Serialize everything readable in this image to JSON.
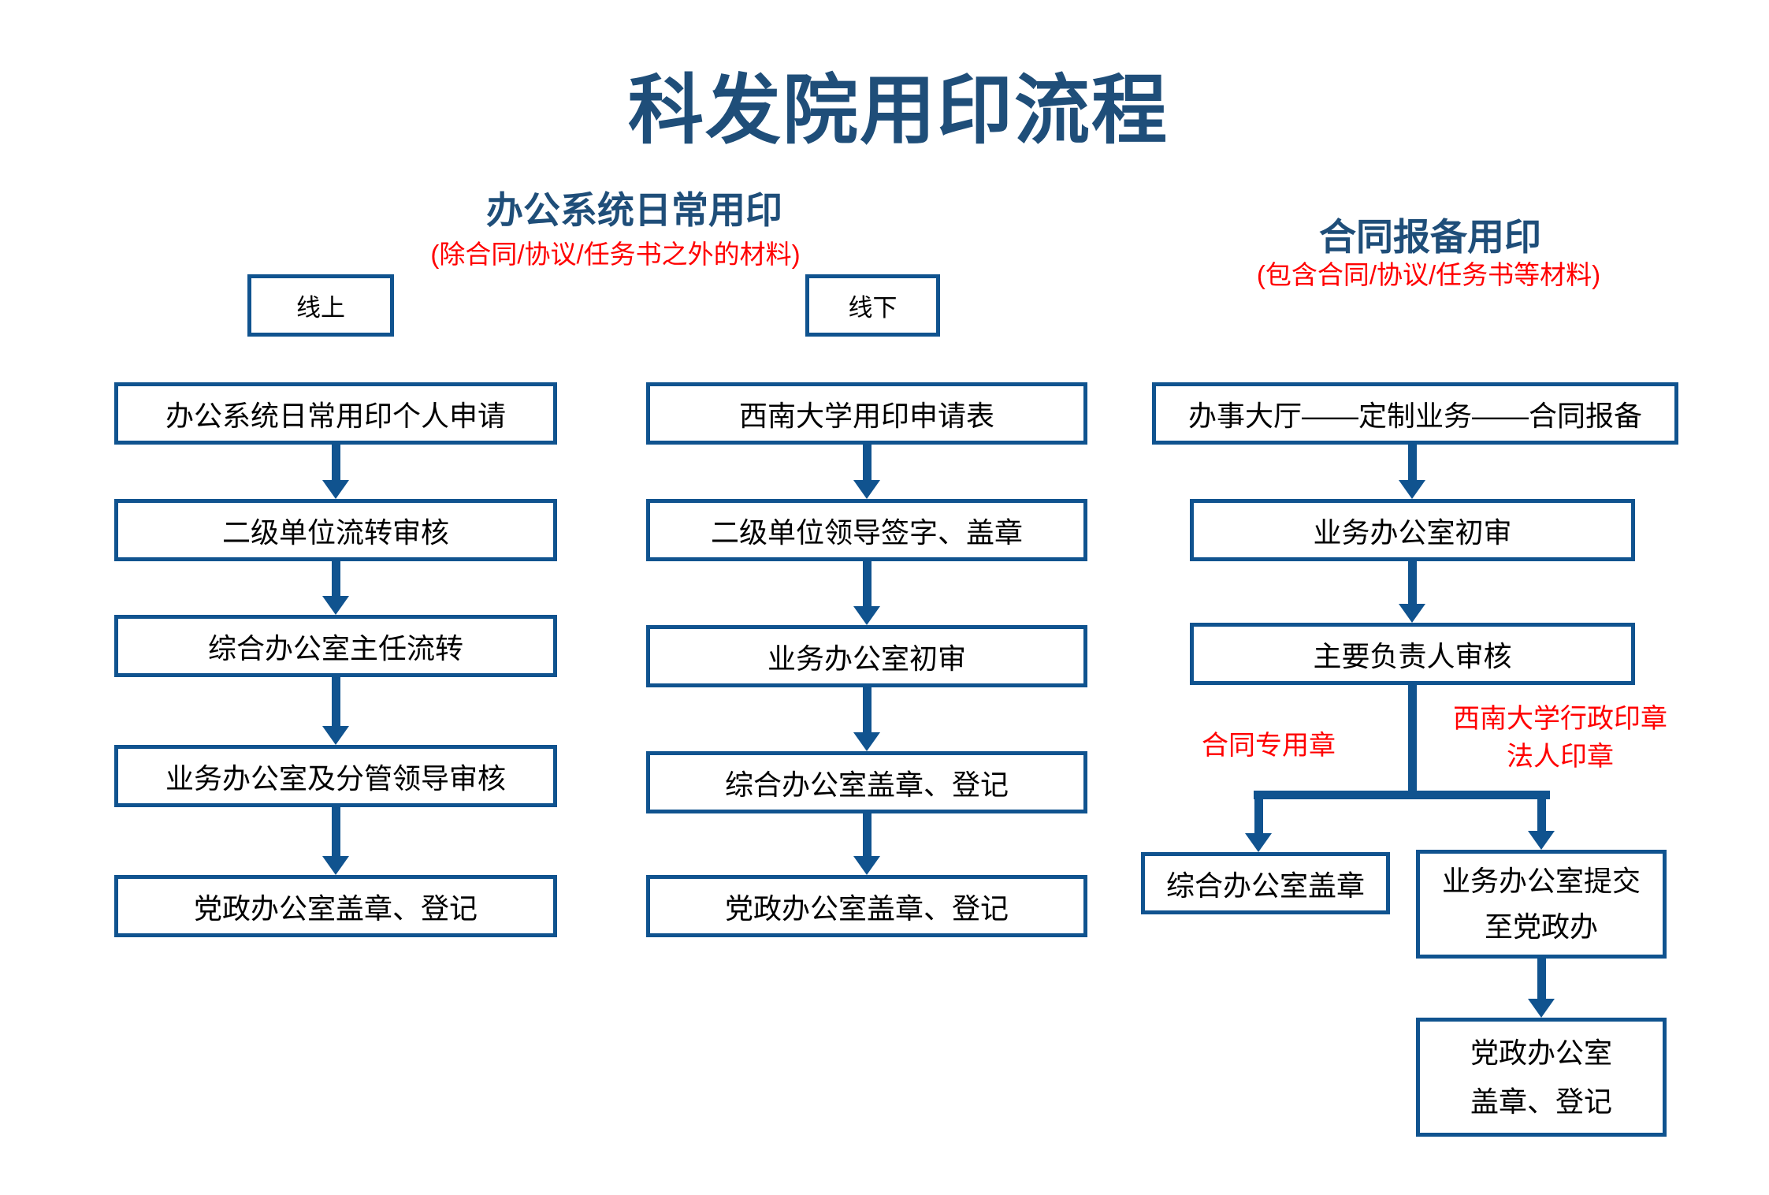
{
  "page_title": "科发院用印流程",
  "colors": {
    "title_blue": "#1F4E79",
    "line_blue": "#10538F",
    "note_red": "#FF0000",
    "box_text": "#000000"
  },
  "daily": {
    "header": "办公系统日常用印",
    "note": "(除合同/协议/任务书之外的材料)",
    "online_label": "线上",
    "offline_label": "线下",
    "online_steps": [
      "办公系统日常用印个人申请",
      "二级单位流转审核",
      "综合办公室主任流转",
      "业务办公室及分管领导审核",
      "党政办公室盖章、登记"
    ],
    "offline_steps": [
      "西南大学用印申请表",
      "二级单位领导签字、盖章",
      "业务办公室初审",
      "综合办公室盖章、登记",
      "党政办公室盖章、登记"
    ]
  },
  "contract": {
    "header": "合同报备用印",
    "note": "(包含合同/协议/任务书等材料)",
    "steps": [
      "办事大厅——定制业务——合同报备",
      "业务办公室初审",
      "主要负责人审核"
    ],
    "left_branch_label": "合同专用章",
    "right_branch_label_lines": [
      "西南大学行政印章",
      "法人印章"
    ],
    "left_branch_step": "综合办公室盖章",
    "right_branch_step_lines": [
      "业务办公室提交",
      "至党政办"
    ],
    "final_step_lines": [
      "党政办公室",
      "盖章、登记"
    ]
  }
}
